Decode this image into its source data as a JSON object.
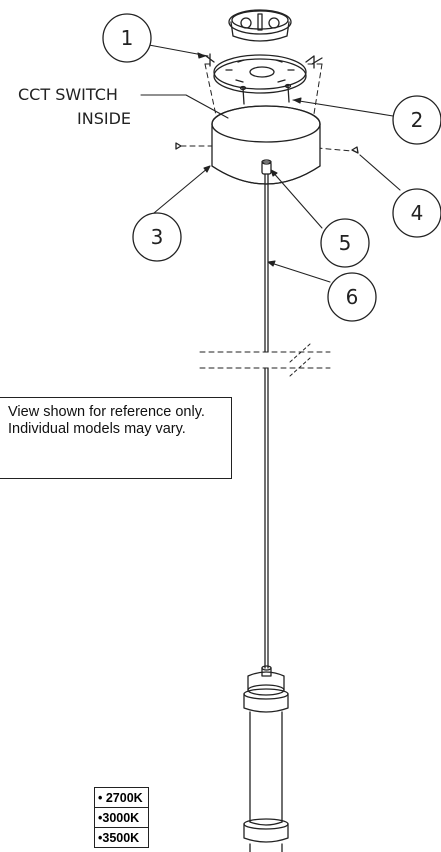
{
  "callouts": {
    "cct_switch": "CCT SWITCH",
    "inside": "INSIDE",
    "numbers": [
      "1",
      "2",
      "3",
      "4",
      "5",
      "6"
    ]
  },
  "note": "View shown for reference only. Individual models may vary.",
  "cct_options": [
    "• 2700K",
    "•3000K",
    "•3500K"
  ]
}
